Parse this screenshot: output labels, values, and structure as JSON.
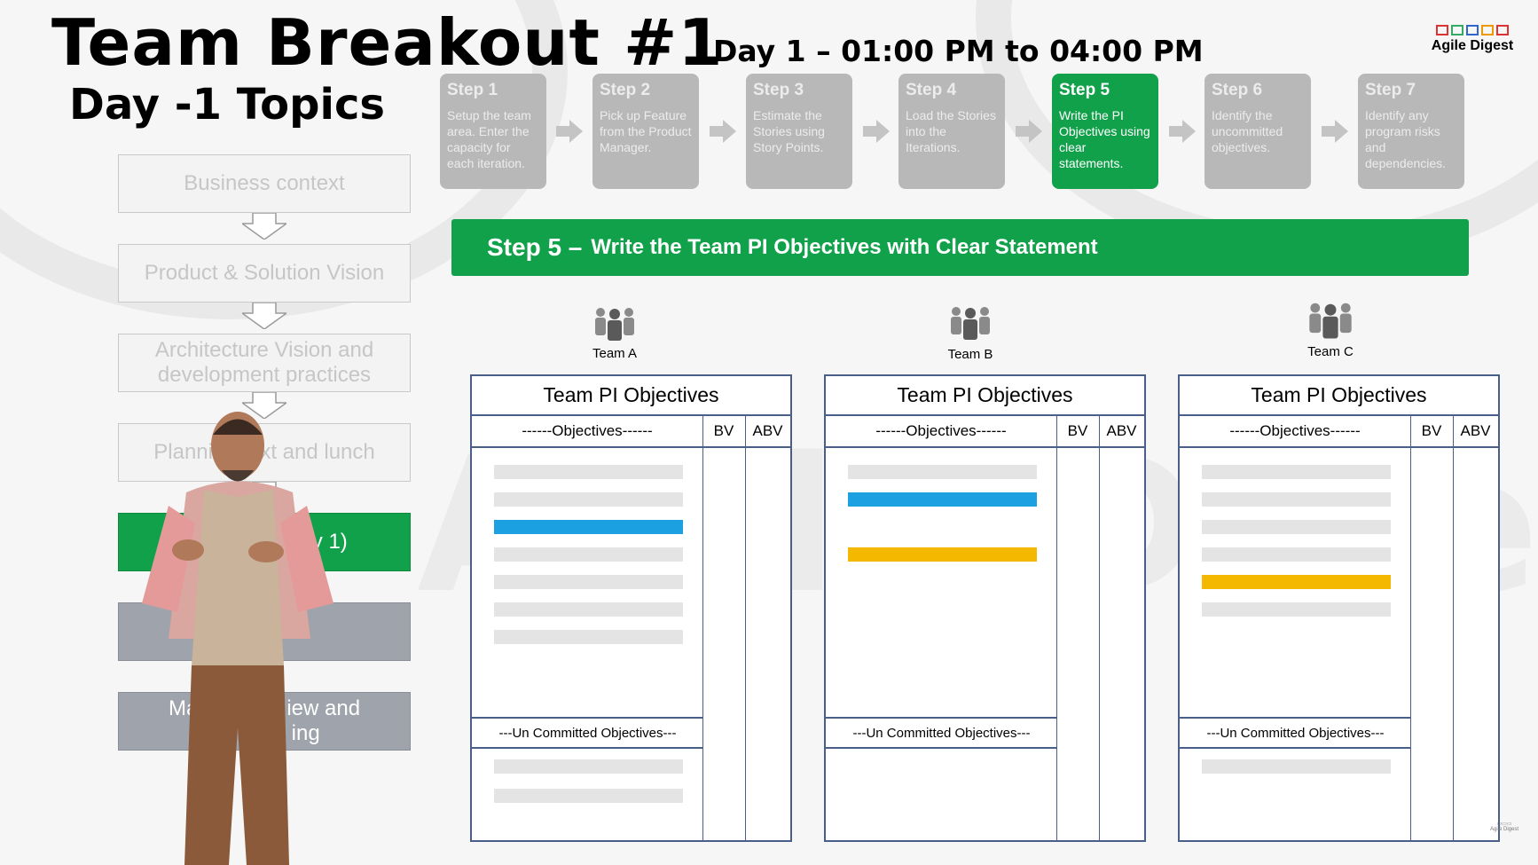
{
  "title": {
    "main": "Team Breakout #1",
    "time": "Day 1 – 01:00 PM to 04:00 PM",
    "sub": "Day -1 Topics"
  },
  "logo": {
    "text": "Agile Digest",
    "block_colors": [
      "#d33",
      "#3a6",
      "#36c",
      "#e90",
      "#d33"
    ]
  },
  "topics": [
    {
      "label": "Business context",
      "state": "faded"
    },
    {
      "label": "Product & Solution  Vision",
      "state": "faded"
    },
    {
      "label": "Architecture Vision and development practices",
      "state": "faded"
    },
    {
      "label": "Planni      ext and lunch",
      "state": "faded"
    },
    {
      "label": "T                  ay 1)",
      "state": "active"
    },
    {
      "label": "",
      "state": "gray"
    },
    {
      "label": "Ma               iew and\n              ing",
      "state": "gray"
    }
  ],
  "steps": [
    {
      "title": "Step 1",
      "desc": "Setup the team area. Enter the capacity for each iteration.",
      "active": false
    },
    {
      "title": "Step 2",
      "desc": "Pick up Feature from the Product Manager.",
      "active": false
    },
    {
      "title": "Step 3",
      "desc": "Estimate the Stories using Story Points.",
      "active": false
    },
    {
      "title": "Step 4",
      "desc": "Load the Stories into the Iterations.",
      "active": false
    },
    {
      "title": "Step 5",
      "desc": "Write the PI Objectives using clear statements.",
      "active": true
    },
    {
      "title": "Step 6",
      "desc": "Identify the uncommitted objectives.",
      "active": false
    },
    {
      "title": "Step 7",
      "desc": "Identify any program risks and dependencies.",
      "active": false
    }
  ],
  "banner": {
    "step": "Step 5 –",
    "text": "Write the Team PI Objectives with Clear Statement"
  },
  "teams": [
    {
      "name": "Team A",
      "board_title": "Team PI Objectives",
      "col_objectives": "------Objectives------",
      "col_bv": "BV",
      "col_abv": "ABV",
      "uncommitted_label": "---Un Committed Objectives---",
      "committed_bars": [
        "gray",
        "gray",
        "blue",
        "gray",
        "gray",
        "gray",
        "gray"
      ],
      "uncommitted_bars": [
        "gray",
        "gray"
      ]
    },
    {
      "name": "Team B",
      "board_title": "Team PI Objectives",
      "col_objectives": "------Objectives------",
      "col_bv": "BV",
      "col_abv": "ABV",
      "uncommitted_label": "---Un Committed Objectives---",
      "committed_bars": [
        "gray",
        "blue",
        "white",
        "orange"
      ],
      "uncommitted_bars": []
    },
    {
      "name": "Team C",
      "board_title": "Team PI Objectives",
      "col_objectives": "------Objectives------",
      "col_bv": "BV",
      "col_abv": "ABV",
      "uncommitted_label": "---Un Committed Objectives---",
      "committed_bars": [
        "gray",
        "gray",
        "gray",
        "gray",
        "orange",
        "gray"
      ],
      "uncommitted_bars": [
        "gray"
      ]
    }
  ],
  "colors": {
    "green": "#12a14b",
    "blue": "#1ba1e2",
    "orange": "#f5b800",
    "gray_bar": "#e4e4e4",
    "board_border": "#4a5e8a"
  }
}
